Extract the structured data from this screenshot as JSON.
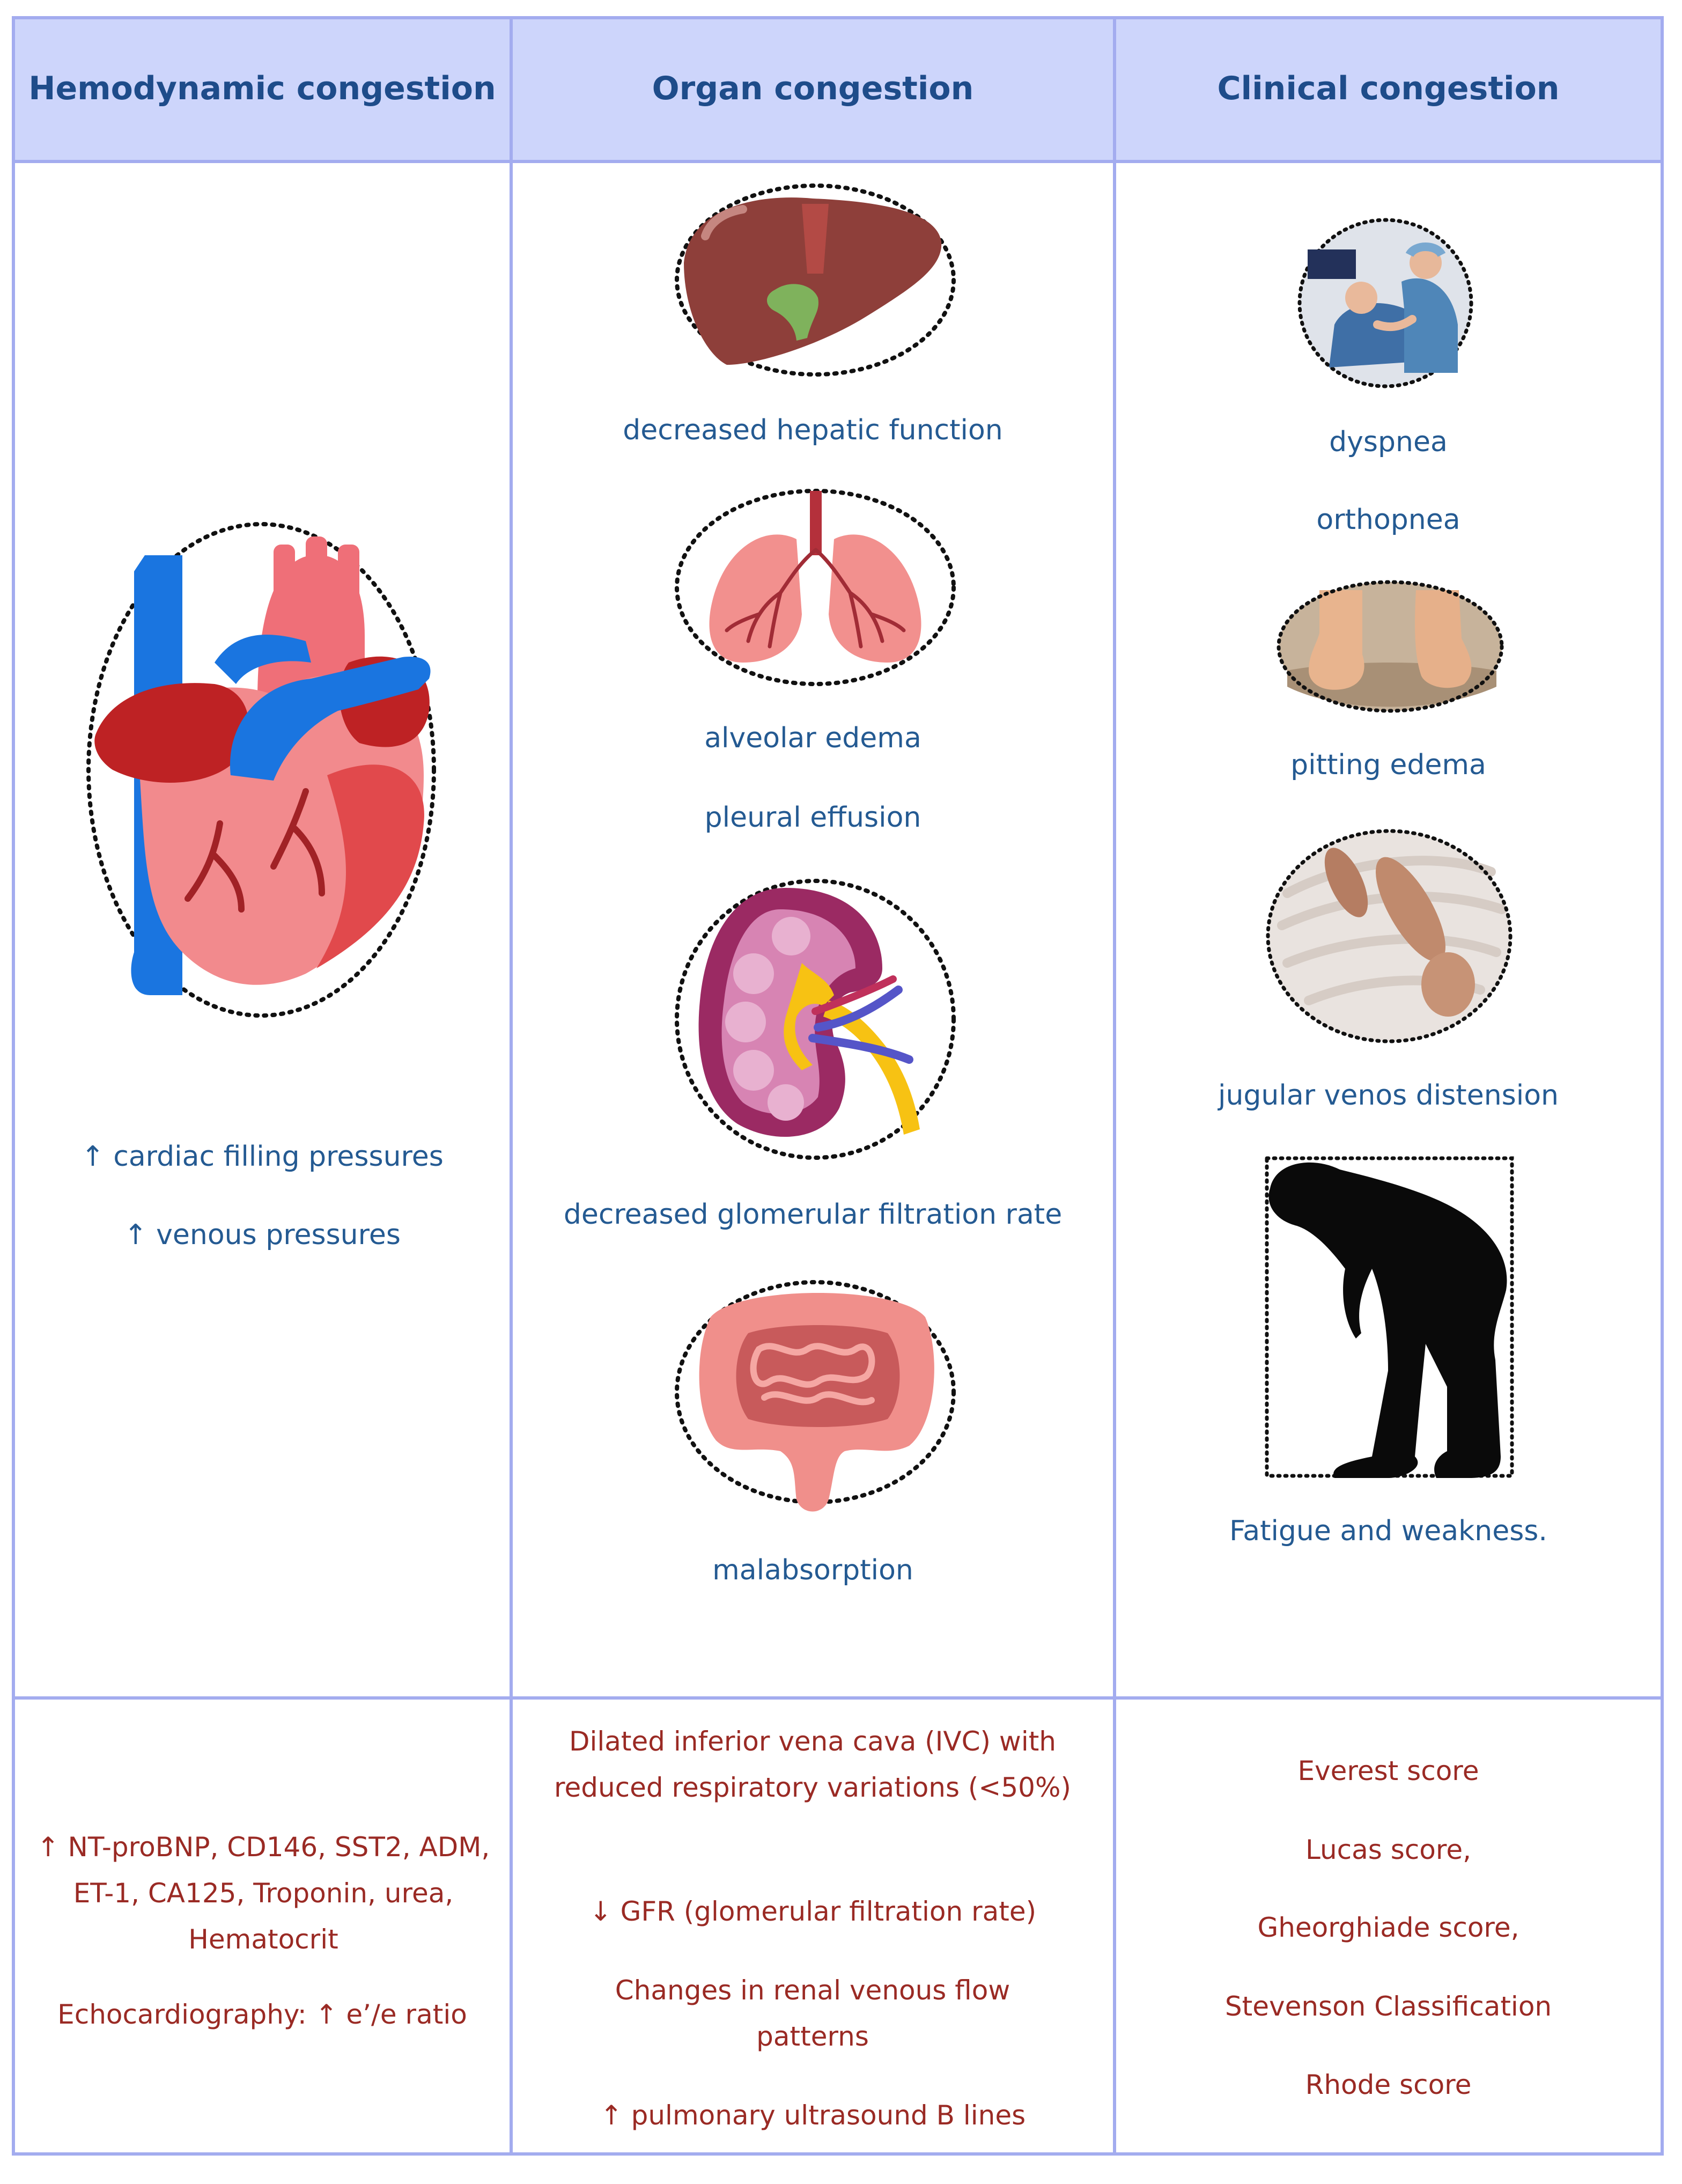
{
  "headers": {
    "hemodynamic": "Hemodynamic congestion",
    "organ": "Organ congestion",
    "clinical": "Clinical congestion"
  },
  "hemodynamic": {
    "labels": [
      "↑ cardiac filling pressures",
      "↑ venous pressures"
    ],
    "markers": [
      "↑ NT-proBNP, CD146, SST2, ADM, ET-1, CA125, Troponin, urea, Hematocrit",
      "Echocardiography: ↑ e’/e ratio"
    ]
  },
  "organ": {
    "labels": [
      "decreased hepatic function",
      "alveolar edema",
      "pleural effusion",
      "decreased glomerular filtration rate",
      "malabsorption"
    ],
    "markers": [
      "Dilated inferior vena cava (IVC) with reduced respiratory variations (<50%)",
      "↓ GFR (glomerular filtration rate)",
      "Changes in renal venous flow patterns",
      "↑ pulmonary ultrasound B lines"
    ]
  },
  "clinical": {
    "labels": [
      "dyspnea",
      "orthopnea",
      "pitting edema",
      "jugular venos distension",
      "Fatigue and weakness."
    ],
    "markers": [
      "Everest score",
      "Lucas score,",
      "Gheorghiade score,",
      "Stevenson Classification",
      "Rhode score"
    ]
  },
  "icons": [
    "heart-icon",
    "liver-icon",
    "lungs-icon",
    "kidney-icon",
    "intestine-icon",
    "dyspnea-photo",
    "pitting-edema-photo",
    "jugular-vein-photo",
    "fatigued-person-silhouette"
  ],
  "colors": {
    "grid": "#a3acef",
    "header_bg": "#cdd5fb",
    "header_text": "#1e4c8a",
    "label_text": "#245a92",
    "marker_text": "#9a2a24"
  }
}
